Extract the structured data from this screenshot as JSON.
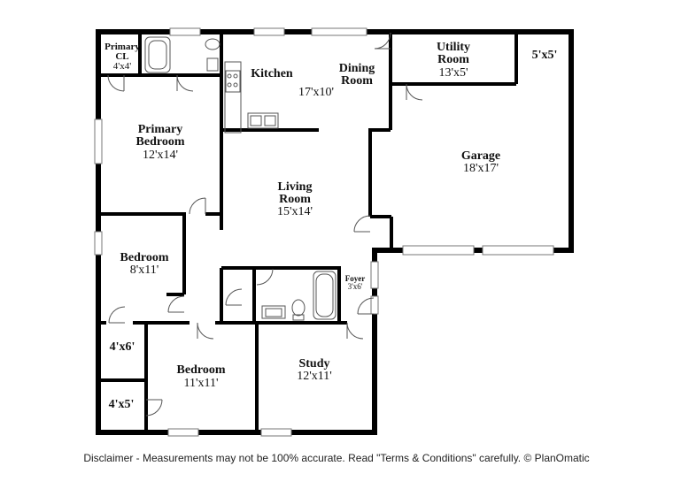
{
  "rooms": {
    "primary_closet": {
      "name_line1": "Primary",
      "name_line2": "CL",
      "dims": "4'x4'"
    },
    "kitchen": {
      "name": "Kitchen"
    },
    "dining": {
      "name_line1": "Dining",
      "name_line2": "Room",
      "dims": "17'x10'"
    },
    "utility": {
      "name_line1": "Utility",
      "name_line2": "Room",
      "dims": "13'x5'"
    },
    "garage_closet": {
      "dims": "5'x5'"
    },
    "primary_bedroom": {
      "name_line1": "Primary",
      "name_line2": "Bedroom",
      "dims": "12'x14'"
    },
    "garage": {
      "name": "Garage",
      "dims": "18'x17'"
    },
    "living": {
      "name_line1": "Living",
      "name_line2": "Room",
      "dims": "15'x14'"
    },
    "bedroom2": {
      "name": "Bedroom",
      "dims": "8'x11'"
    },
    "foyer": {
      "name": "Foyer",
      "dims": "3'x6'"
    },
    "closet_4x6": {
      "dims": "4'x6'"
    },
    "bedroom3": {
      "name": "Bedroom",
      "dims": "11'x11'"
    },
    "study": {
      "name": "Study",
      "dims": "12'x11'"
    },
    "closet_4x5": {
      "dims": "4'x5'"
    }
  },
  "disclaimer": "Disclaimer - Measurements may not be 100% accurate. Read \"Terms & Conditions\" carefully. © PlanOmatic"
}
